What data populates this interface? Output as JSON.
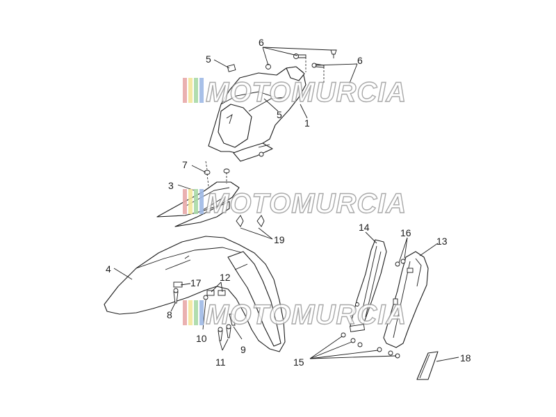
{
  "watermark": {
    "text": "MOTOMURCIA",
    "stripe_colors": [
      "#e8a8a8",
      "#f3e59a",
      "#a9d9a6",
      "#9fb9e6"
    ],
    "outline_color": "#9a9a9a"
  },
  "callouts": {
    "c1": "1",
    "c3": "3",
    "c4": "4",
    "c5a": "5",
    "c5b": "5",
    "c6a": "6",
    "c6b": "6",
    "c7": "7",
    "c8": "8",
    "c9": "9",
    "c10": "10",
    "c11": "11",
    "c12": "12",
    "c13": "13",
    "c14": "14",
    "c15": "15",
    "c16": "16",
    "c17": "17",
    "c18": "18",
    "c19": "19"
  }
}
